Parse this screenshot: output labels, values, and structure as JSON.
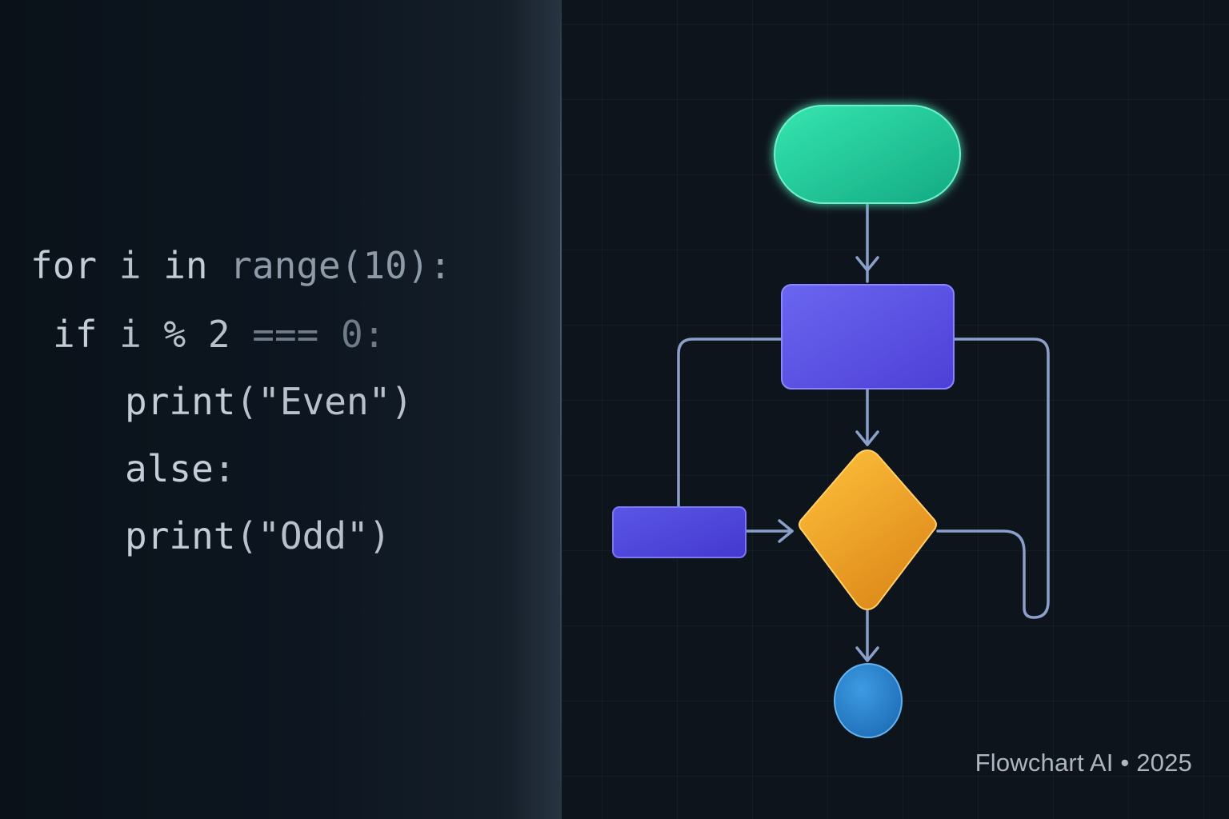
{
  "code": {
    "lines": [
      {
        "keyword": "for",
        "rest_a": " i ",
        "keyword2": "in",
        "rest_b": " range(10):"
      },
      {
        "keyword": "if",
        "rest_a": " i % 2 ",
        "keyword2": "===",
        "rest_b": " 0:"
      },
      {
        "keyword": "print",
        "rest_a": "(\"Even\")",
        "keyword2": "",
        "rest_b": ""
      },
      {
        "keyword": "alse",
        "rest_a": ":",
        "keyword2": "",
        "rest_b": ""
      },
      {
        "keyword": "print",
        "rest_a": "(\"Odd\")",
        "keyword2": "",
        "rest_b": ""
      }
    ]
  },
  "flowchart": {
    "nodes": [
      {
        "id": "start",
        "shape": "terminator",
        "color": "#1fcf97"
      },
      {
        "id": "process",
        "shape": "process",
        "color": "#5b54e3"
      },
      {
        "id": "input",
        "shape": "process",
        "color": "#4f4ad9"
      },
      {
        "id": "decision",
        "shape": "decision",
        "color": "#f2a82c"
      },
      {
        "id": "end",
        "shape": "connector",
        "color": "#2d86d0"
      }
    ],
    "edge_color": "#8aa0c8"
  },
  "footer": {
    "caption": "Flowchart AI • 2025"
  }
}
